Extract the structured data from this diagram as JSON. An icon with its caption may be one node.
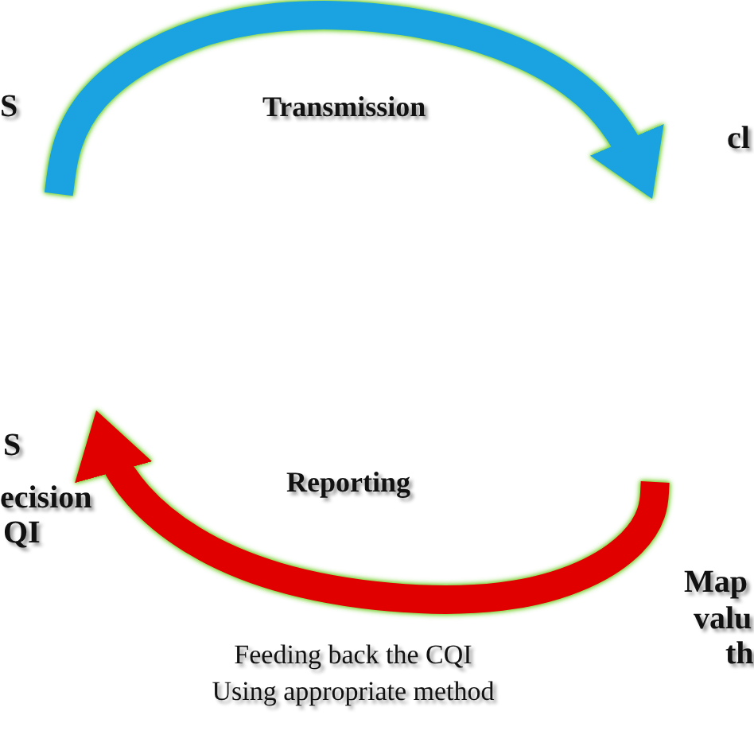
{
  "diagram": {
    "nodes": [
      {
        "text": [
          "S"
        ]
      },
      {
        "text": [
          "cl"
        ]
      },
      {
        "text": [
          "Map",
          "valu",
          "th"
        ]
      },
      {
        "text": [
          "S",
          "ecision",
          "QI"
        ]
      }
    ],
    "edges": [
      {
        "from": 0,
        "to": 1,
        "arrow": "to",
        "label": "Transmission",
        "color": "#1aa3e0"
      },
      {
        "from": 2,
        "to": 3,
        "arrow": "to",
        "label": "Reporting",
        "color": "#e00000"
      }
    ],
    "labels": [
      "Feeding back the CQI Using appropriate method"
    ]
  }
}
